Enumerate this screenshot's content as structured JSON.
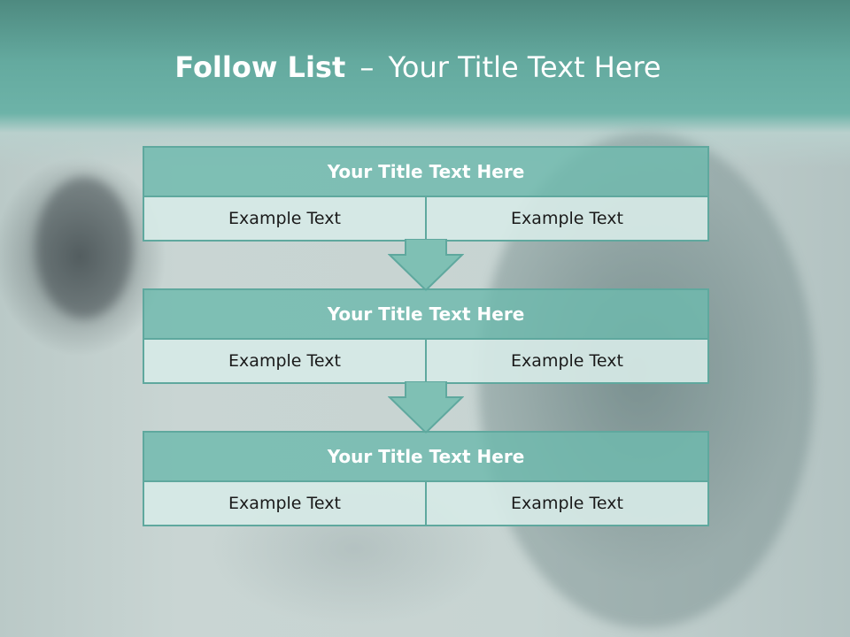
{
  "slide": {
    "title_bold": "Follow List",
    "title_separator": "–",
    "title_rest": "Your Title Text Here"
  },
  "steps": [
    {
      "title": "Your Title Text Here",
      "left": "Example Text",
      "right": "Example Text"
    },
    {
      "title": "Your Title Text Here",
      "left": "Example Text",
      "right": "Example Text"
    },
    {
      "title": "Your Title Text Here",
      "left": "Example Text",
      "right": "Example Text"
    }
  ],
  "colors": {
    "accent": "#6dbaad",
    "border": "#5fa89e",
    "cell": "#d6e9e6",
    "header_band": "#64aa9f"
  }
}
